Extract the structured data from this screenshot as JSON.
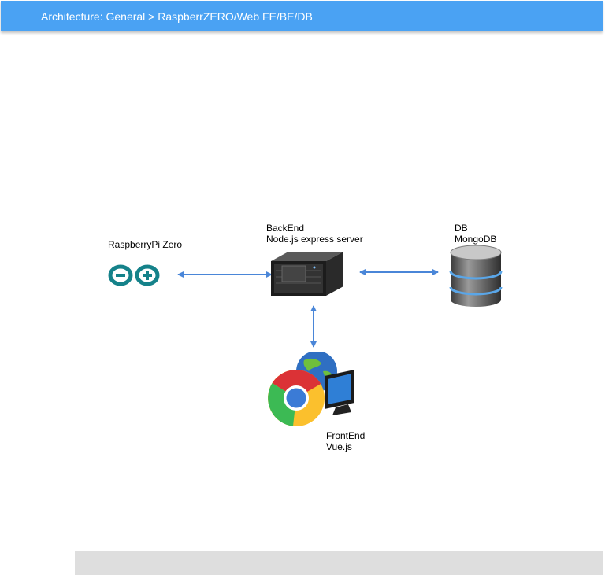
{
  "header": {
    "title": "Architecture: General > RaspberrZERO/Web FE/BE/DB"
  },
  "nodes": {
    "raspberry": {
      "label": "RaspberryPi Zero",
      "icon": "arduino-icon"
    },
    "backend": {
      "label_line1": "BackEnd",
      "label_line2": "Node.js express server",
      "icon": "server-icon"
    },
    "db": {
      "label_line1": "DB",
      "label_line2": "MongoDB",
      "icon": "database-icon"
    },
    "frontend": {
      "label_line1": "FrontEnd",
      "label_line2": "Vue.js",
      "icon": "chrome-browser-icon"
    }
  },
  "connections": [
    {
      "from": "raspberry",
      "to": "backend",
      "direction": "bidirectional"
    },
    {
      "from": "backend",
      "to": "db",
      "direction": "bidirectional"
    },
    {
      "from": "backend",
      "to": "frontend",
      "direction": "bidirectional"
    }
  ],
  "colors": {
    "header": "#4aa2f3",
    "arrow": "#4a86d8",
    "arduino": "#15828a"
  }
}
